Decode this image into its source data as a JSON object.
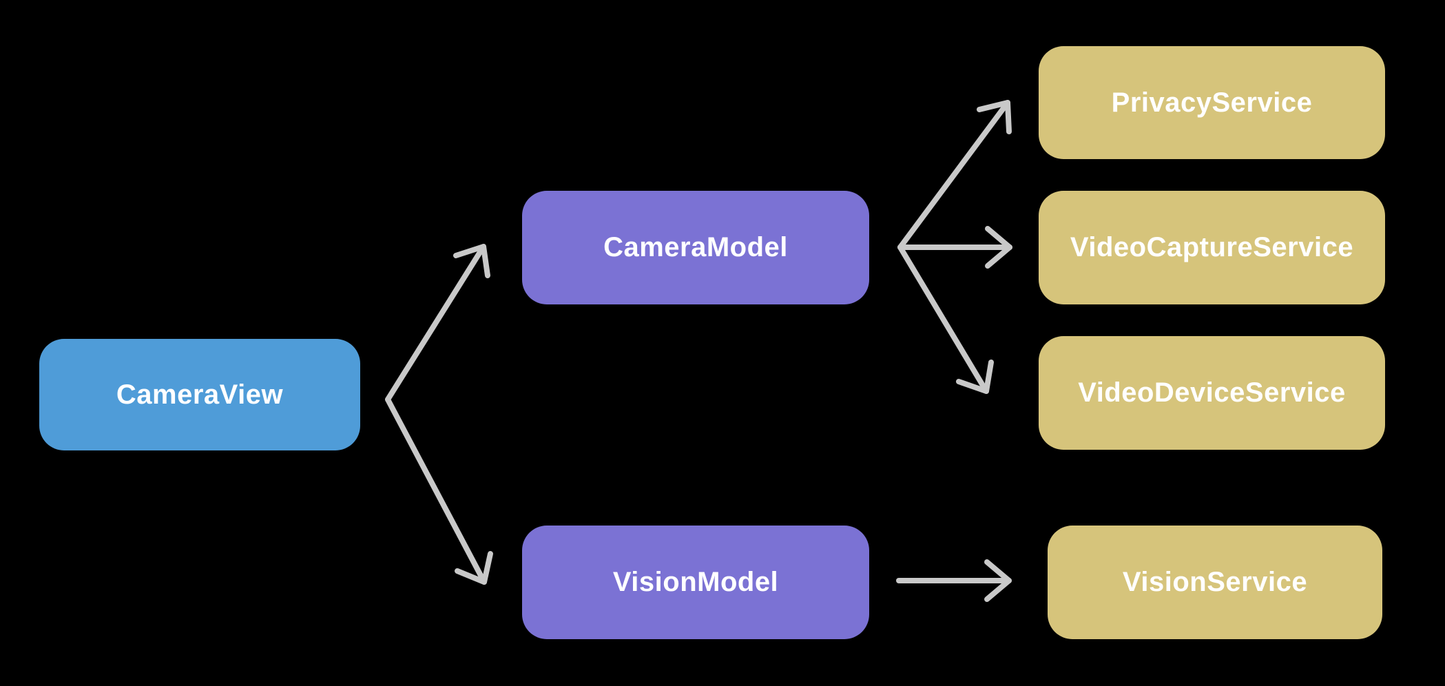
{
  "diagram": {
    "background_color": "#000000",
    "text_color": "#ffffff",
    "arrow_color": "#c9c9c9",
    "nodes": {
      "camera_view": {
        "label": "CameraView",
        "color": "#4f9cd8"
      },
      "camera_model": {
        "label": "CameraModel",
        "color": "#7b72d4"
      },
      "vision_model": {
        "label": "VisionModel",
        "color": "#7b72d4"
      },
      "privacy_service": {
        "label": "PrivacyService",
        "color": "#d6c47b"
      },
      "video_capture_service": {
        "label": "VideoCaptureService",
        "color": "#d6c47b"
      },
      "video_device_service": {
        "label": "VideoDeviceService",
        "color": "#d6c47b"
      },
      "vision_service": {
        "label": "VisionService",
        "color": "#d6c47b"
      }
    },
    "edges": [
      {
        "from": "CameraView",
        "to": "CameraModel"
      },
      {
        "from": "CameraView",
        "to": "VisionModel"
      },
      {
        "from": "CameraModel",
        "to": "PrivacyService"
      },
      {
        "from": "CameraModel",
        "to": "VideoCaptureService"
      },
      {
        "from": "CameraModel",
        "to": "VideoDeviceService"
      },
      {
        "from": "VisionModel",
        "to": "VisionService"
      }
    ]
  }
}
